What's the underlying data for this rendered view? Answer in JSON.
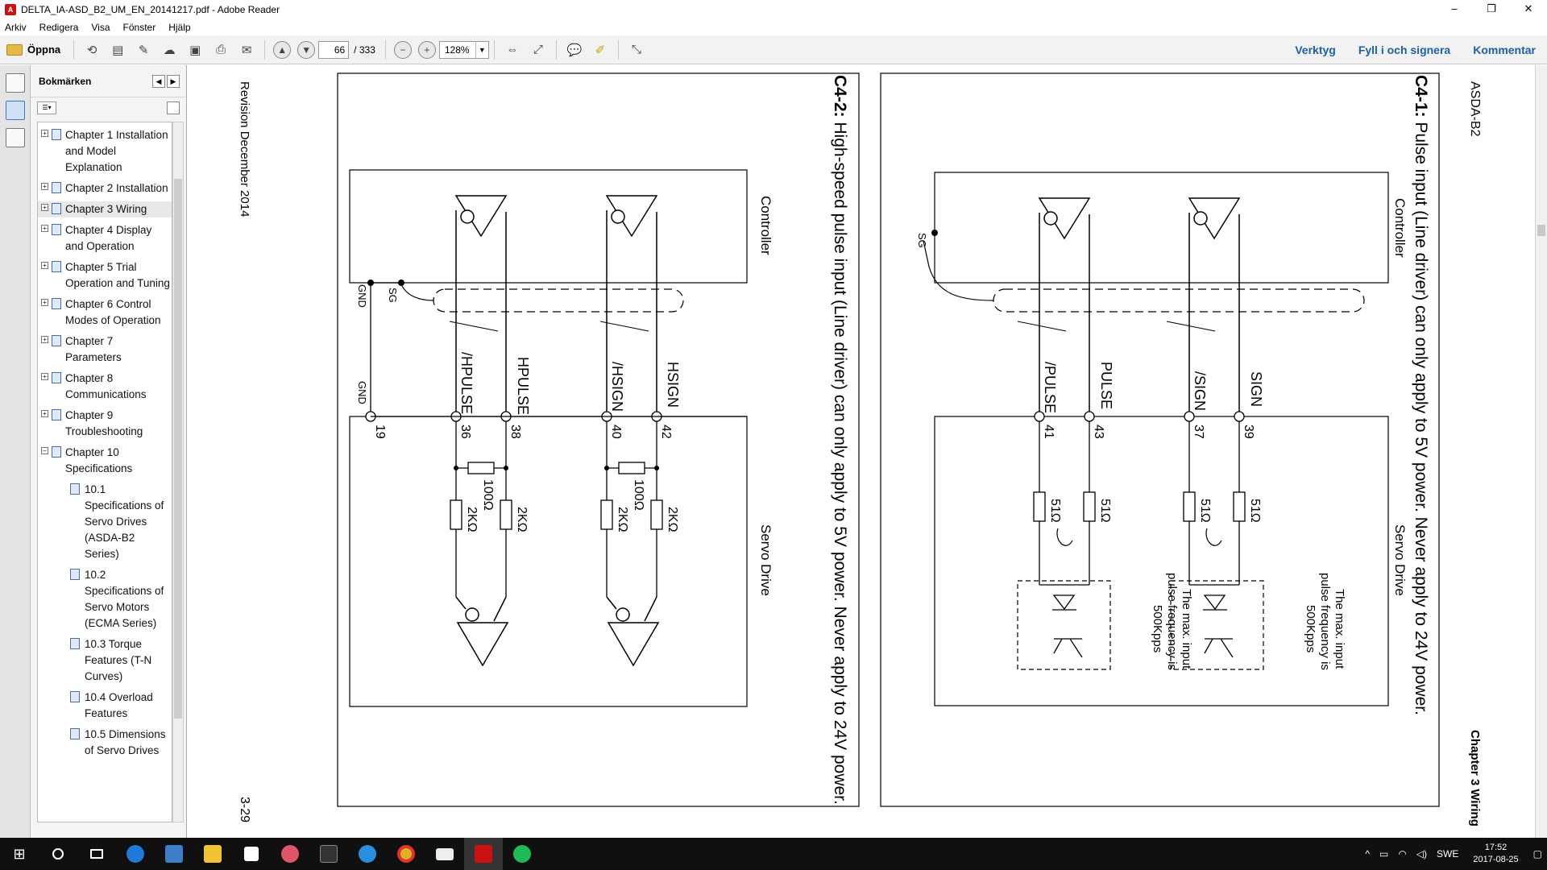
{
  "window": {
    "title": "DELTA_IA-ASD_B2_UM_EN_20141217.pdf - Adobe Reader",
    "minimize": "–",
    "maximize": "❐",
    "close": "✕"
  },
  "menu": [
    "Arkiv",
    "Redigera",
    "Visa",
    "Fönster",
    "Hjälp"
  ],
  "toolbar": {
    "open_label": "Öppna",
    "page_value": "66",
    "page_total": "/ 333",
    "zoom_value": "128%",
    "right_links": [
      "Verktyg",
      "Fyll i och signera",
      "Kommentar"
    ]
  },
  "bookmarks_panel": {
    "title": "Bokmärken",
    "items": [
      {
        "label": "Chapter 1 Installation and Model Explanation",
        "toggle": "+"
      },
      {
        "label": "Chapter 2 Installation",
        "toggle": "+"
      },
      {
        "label": "Chapter 3 Wiring",
        "toggle": "+"
      },
      {
        "label": "Chapter 4 Display and Operation",
        "toggle": "+"
      },
      {
        "label": "Chapter 5 Trial Operation and Tuning",
        "toggle": "+"
      },
      {
        "label": "Chapter 6 Control Modes of Operation",
        "toggle": "+"
      },
      {
        "label": "Chapter 7 Parameters",
        "toggle": "+"
      },
      {
        "label": "Chapter 8 Communications",
        "toggle": "+"
      },
      {
        "label": "Chapter 9 Troubleshooting",
        "toggle": "+"
      },
      {
        "label": "Chapter 10 Specifications",
        "toggle": "–"
      }
    ],
    "sub_items": [
      "10.1 Specifications of Servo Drives (ASDA-B2 Series)",
      "10.2 Specifications of Servo Motors (ECMA Series)",
      "10.3 Torque Features (T-N Curves)",
      "10.4 Overload Features",
      "10.5 Dimensions of Servo Drives"
    ]
  },
  "page": {
    "header_left": "ASDA-B2",
    "header_right": "Chapter 3 Wiring",
    "footer_left": "Revision December 2014",
    "footer_right": "3-29",
    "c41": {
      "id": "C4-1:",
      "caption": "Pulse input (Line driver) can only apply to 5V power. Never apply to 24V power.",
      "controller": "Controller",
      "servo_drive": "Servo Drive",
      "sg": "SG",
      "signals": [
        "SIGN",
        "/SIGN",
        "PULSE",
        "/PULSE"
      ],
      "pins": [
        "39",
        "37",
        "43",
        "41"
      ],
      "resistor": "51Ω",
      "note": [
        "The max. input",
        "pulse frequency is",
        "500Kpps"
      ]
    },
    "c42": {
      "id": "C4-2:",
      "caption": "High-speed pulse input (Line driver) can only apply to 5V power. Never apply to 24V power.",
      "controller": "Controller",
      "servo_drive": "Servo Drive",
      "sg": "SG",
      "gnd": "GND",
      "signals": [
        "HSIGN",
        "/HSIGN",
        "HPULSE",
        "/HPULSE"
      ],
      "pins": [
        "42",
        "40",
        "38",
        "36",
        "19"
      ],
      "resistor_100": "100Ω",
      "resistor_2k": "2KΩ"
    }
  },
  "taskbar": {
    "lang": "SWE",
    "time": "17:52",
    "date": "2017-08-25"
  },
  "colors": {
    "link": "#1f5fa8",
    "taskbar": "#101010",
    "pdf_red": "#cc1111"
  }
}
